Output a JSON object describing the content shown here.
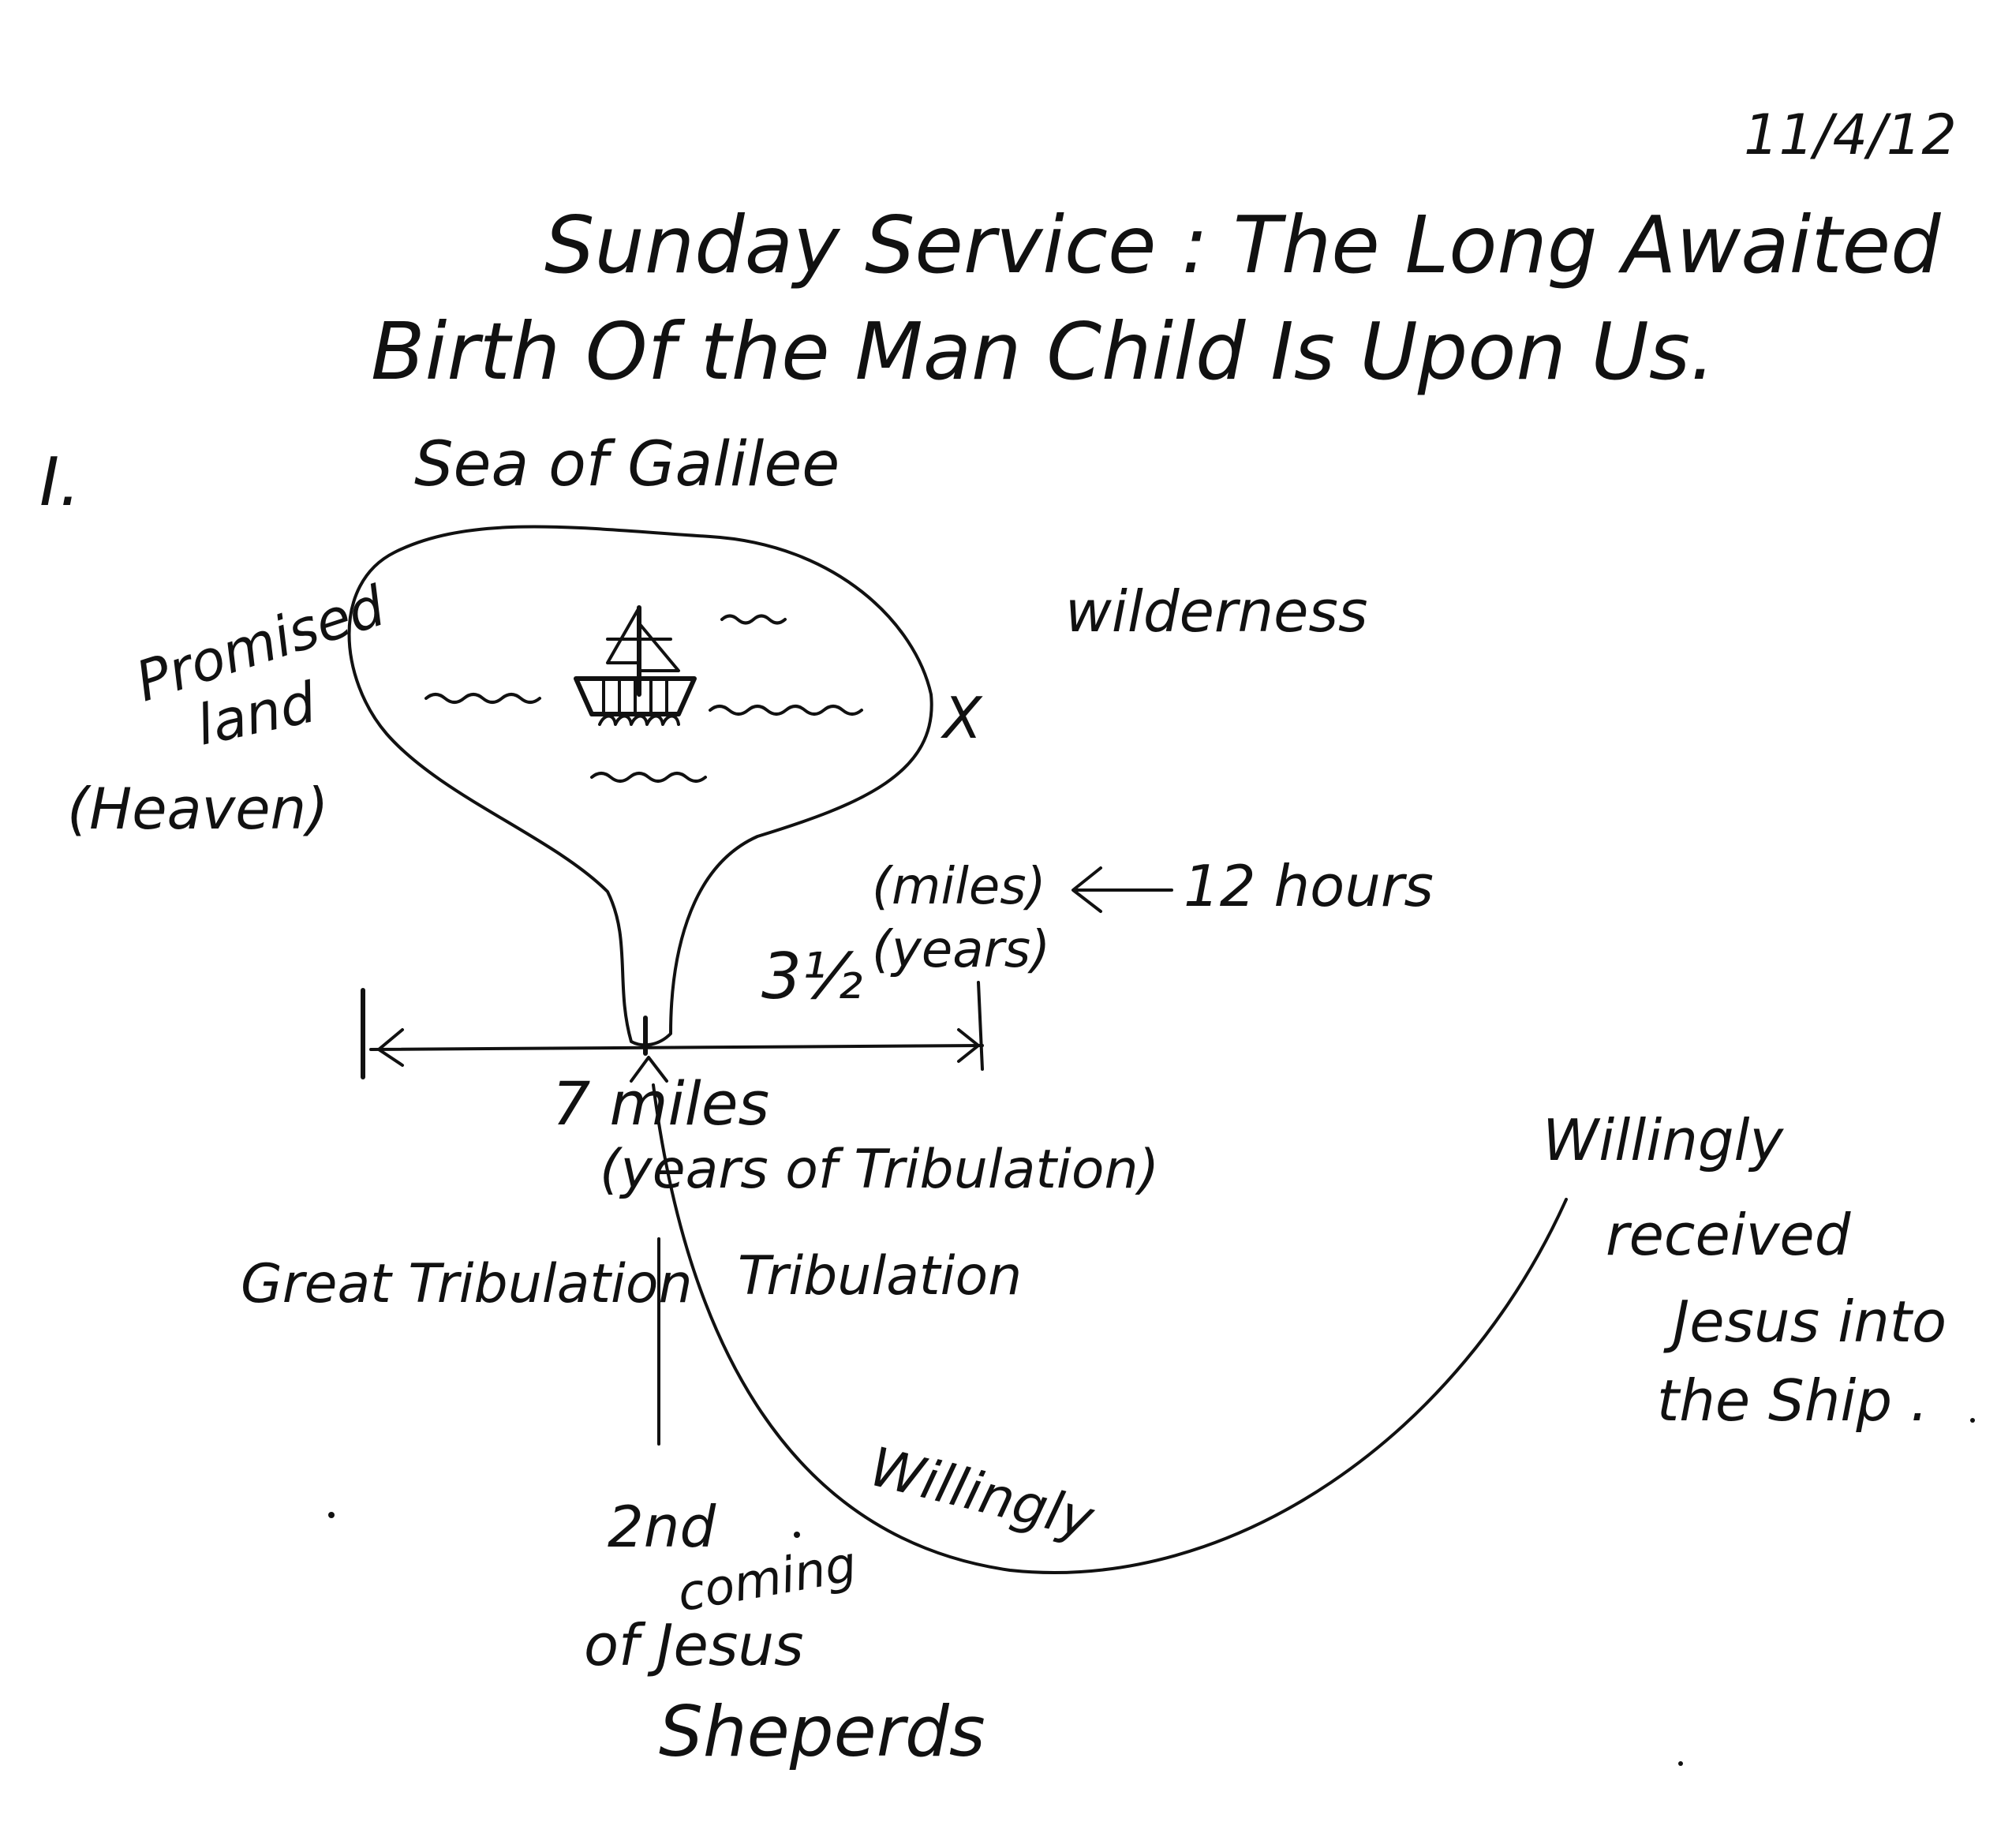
{
  "date": "11/4/12",
  "title_line1": "Sunday Service : The Long Awaited",
  "title_line2": "Birth Of the Man Child Is Upon Us.",
  "section_numeral": "I.",
  "labels": {
    "sea": "Sea of Galilee",
    "promised": "Promised",
    "land": "land",
    "heaven": "(Heaven)",
    "wilderness": "wilderness",
    "x_mark": "X",
    "miles": "(miles)",
    "twelve_hours": "12 hours",
    "years": "(years)",
    "three_half": "3½",
    "seven_miles": "7 miles",
    "years_trib": "(years of Tribulation)",
    "great_trib": "Great Tribulation",
    "tribulation": "Tribulation",
    "willingly_curve": "Willingly",
    "willingly_right": "Willingly",
    "received": "received",
    "jesus_into": "Jesus into",
    "the_ship": "the Ship .",
    "second": "2nd",
    "coming": "coming",
    "of_jesus": "of Jesus",
    "sheperds": "Sheperds"
  }
}
